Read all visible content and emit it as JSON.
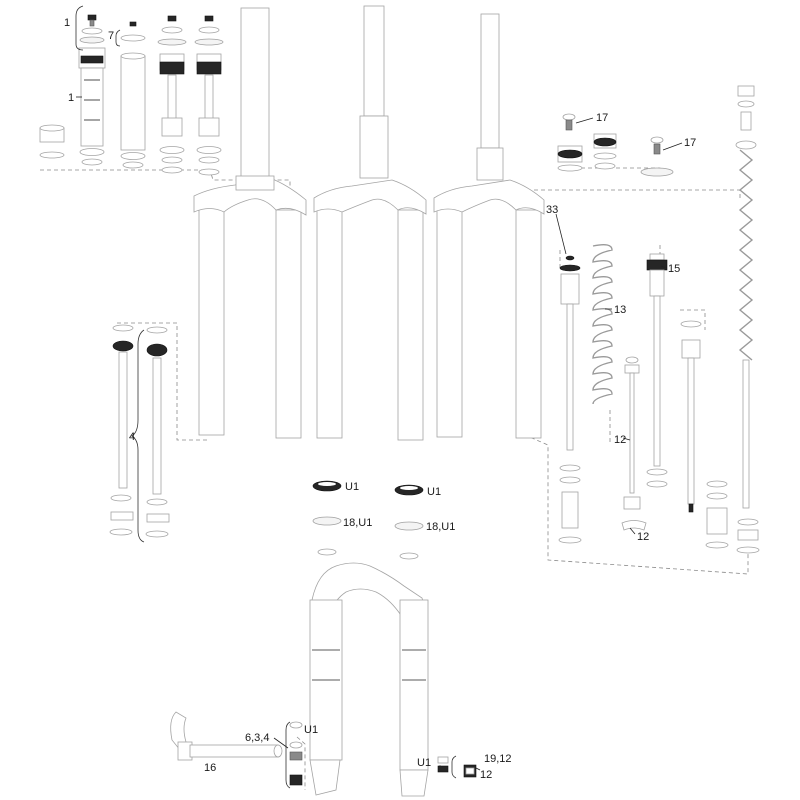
{
  "diagram": {
    "callouts": {
      "c1_top": "1",
      "c1_mid": "1",
      "c7": "7",
      "c17_a": "17",
      "c17_b": "17",
      "c33": "33",
      "c13": "13",
      "c15": "15",
      "c12_a": "12",
      "c12_b": "12",
      "c12_c": "12",
      "c4": "4",
      "u1_a": "U1",
      "u1_b": "U1",
      "c18u1_a": "18,U1",
      "c18u1_b": "18,U1",
      "c634": "6,3,4",
      "u1_c": "U1",
      "c16": "16",
      "u1_d": "U1",
      "c1912": "19,12"
    }
  }
}
